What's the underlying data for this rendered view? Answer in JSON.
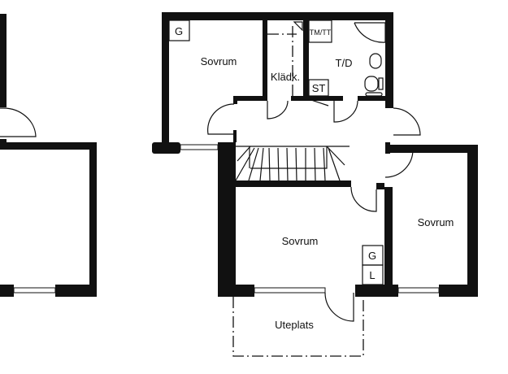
{
  "rooms": {
    "bedroom_top_left": "Sovrum",
    "walk_in_closet": "Klädk.",
    "bathroom": "T/D",
    "bedroom_bottom": "Sovrum",
    "bedroom_right": "Sovrum",
    "patio": "Uteplats"
  },
  "fixtures": {
    "wardrobe_top": "G",
    "washer_dryer": "TM/TT",
    "storage": "ST",
    "wardrobe_bottom": "G",
    "linen": "L"
  }
}
